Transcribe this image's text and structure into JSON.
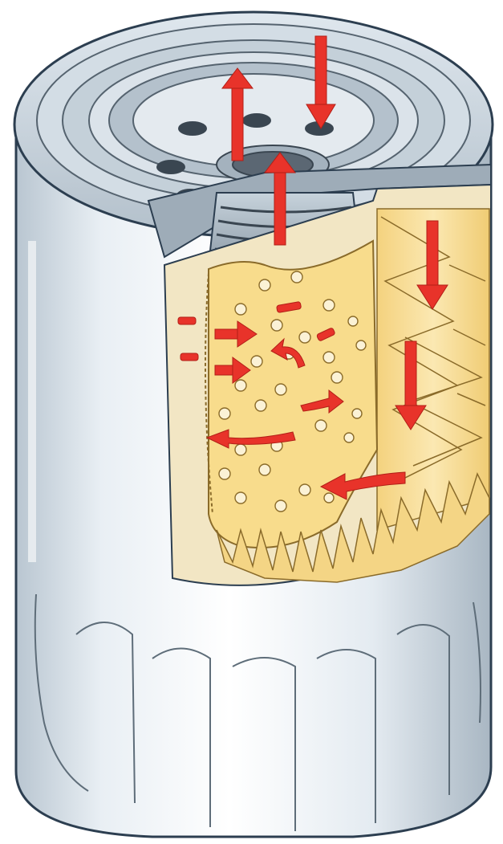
{
  "figure": {
    "subject": "oil-filter-cutaway",
    "colors": {
      "background": "#ffffff",
      "canister_light": "#eef3f7",
      "canister_mid": "#c9d4dd",
      "canister_dark": "#8d9aa6",
      "outline": "#2c3e50",
      "filter_media": "#f6d98a",
      "filter_media_light": "#fcefc4",
      "filter_media_dark": "#d9b35b",
      "thread_dark": "#4e5963",
      "flow_arrow": "#e8332a"
    },
    "flow_arrows": [
      {
        "id": "inlet-down-top",
        "direction": "down"
      },
      {
        "id": "outlet-up-left",
        "direction": "up"
      },
      {
        "id": "outlet-up-center",
        "direction": "up"
      },
      {
        "id": "media-down-upper",
        "direction": "down"
      },
      {
        "id": "media-down-lower",
        "direction": "down"
      },
      {
        "id": "media-left-lower",
        "direction": "left"
      },
      {
        "id": "core-right-1",
        "direction": "right"
      },
      {
        "id": "core-right-2",
        "direction": "right"
      },
      {
        "id": "core-left-1",
        "direction": "left"
      },
      {
        "id": "core-curl-1",
        "direction": "up-left"
      },
      {
        "id": "core-curl-2",
        "direction": "right"
      }
    ]
  }
}
